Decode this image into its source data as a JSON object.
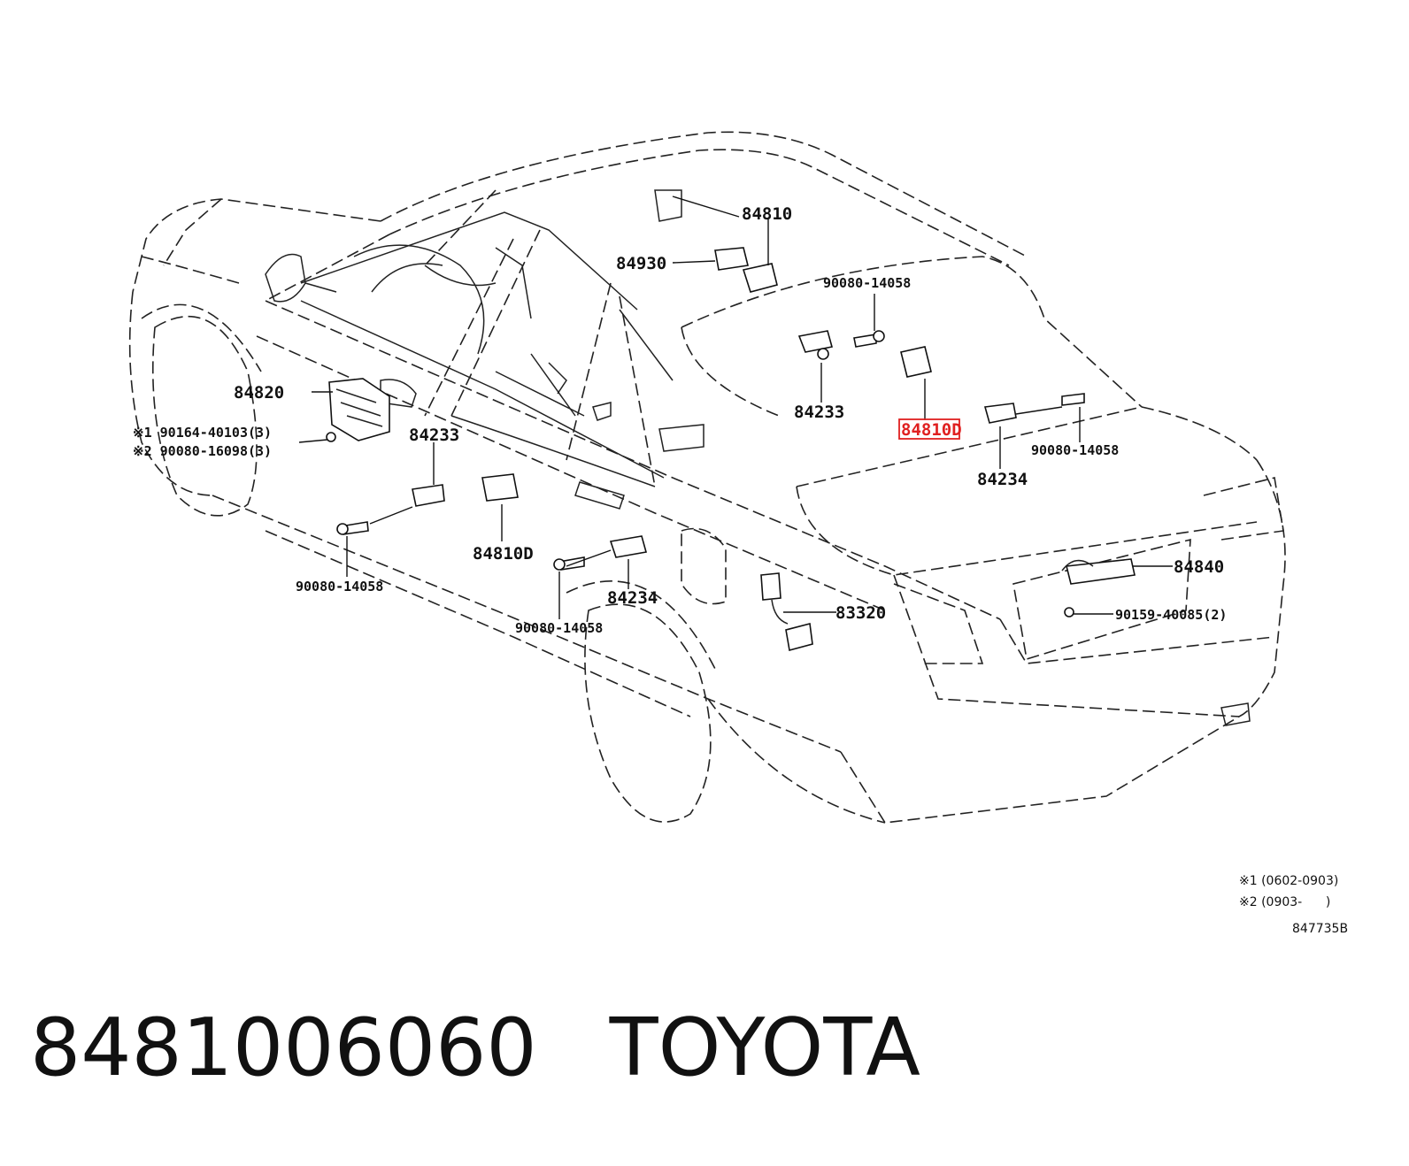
{
  "callouts": {
    "c84810_top": "84810",
    "c84930": "84930",
    "c90080_a": "90080-14058",
    "c84233_r": "84233",
    "c84810D_hl": "84810D",
    "c90080_b": "90080-14058",
    "c84234_r": "84234",
    "c84820": "84820",
    "c90164": "※1 90164-40103(3)",
    "c90080_16098": "※2 90080-16098(3)",
    "c84233_l": "84233",
    "c84810D_l": "84810D",
    "c90080_c": "90080-14058",
    "c84234_l": "84234",
    "c90080_d": "90080-14058",
    "c83320": "83320",
    "c84840": "84840",
    "c90159": "90159-40085(2)"
  },
  "notes": {
    "n1": "※1 (0602-0903)",
    "n2": "※2 (0903-      )",
    "code": "847735B"
  },
  "footer": {
    "part_number": "8481006060",
    "brand": "TOYOTA"
  },
  "colors": {
    "highlight": "#e02020",
    "line": "#222222"
  }
}
